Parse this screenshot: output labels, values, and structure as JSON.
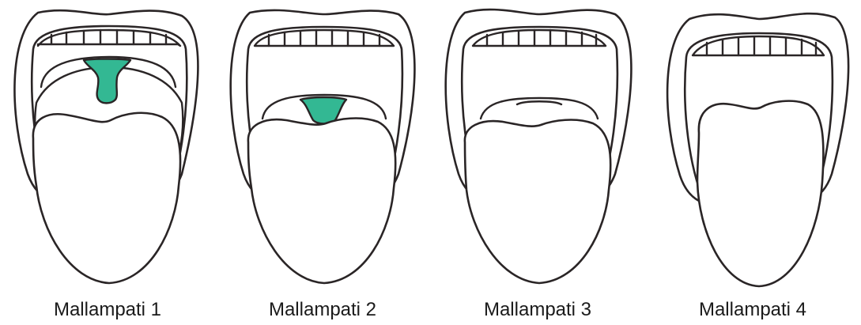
{
  "figure": {
    "panels": [
      {
        "label": "Mallampati 1",
        "class": 1
      },
      {
        "label": "Mallampati 2",
        "class": 2
      },
      {
        "label": "Mallampati 3",
        "class": 3
      },
      {
        "label": "Mallampati 4",
        "class": 4
      }
    ],
    "colors": {
      "outline": "#2a2526",
      "highlight": "#33b893",
      "background": "#ffffff"
    }
  }
}
